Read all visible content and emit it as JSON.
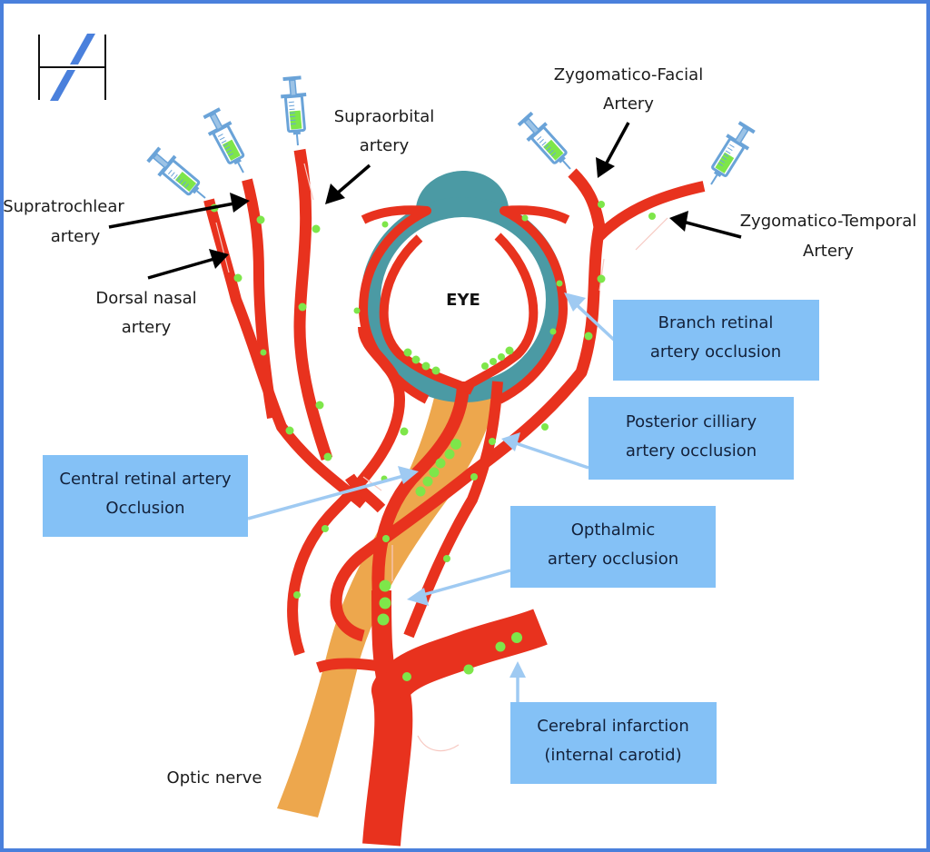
{
  "logo": {
    "icon": "h-slash-logo-icon",
    "colors": {
      "bars": "#111111",
      "slash": "#4a80dc"
    }
  },
  "colors": {
    "border": "#4a80dc",
    "artery": "#e8321e",
    "embolus": "#7ee64a",
    "eye_sclera": "#4b9aa4",
    "optic_nerve": "#eda74d",
    "callout_box": "#84c1f6",
    "callout_arrow": "#9fcaf2",
    "label_arrow": "#000000"
  },
  "center_label": "EYE",
  "artery_labels": {
    "supratrochlear": [
      "Supratrochlear",
      "artery"
    ],
    "dorsal_nasal": [
      "Dorsal nasal",
      "artery"
    ],
    "supraorbital": [
      "Supraorbital",
      "artery"
    ],
    "zygomatico_facial": [
      "Zygomatico-Facial",
      "Artery"
    ],
    "zygomatico_temporal": [
      "Zygomatico-Temporal",
      "Artery"
    ],
    "optic_nerve": "Optic nerve"
  },
  "callouts": [
    {
      "id": "branch-retinal",
      "lines": [
        "Branch retinal",
        "artery occlusion"
      ]
    },
    {
      "id": "posterior-ciliary",
      "lines": [
        "Posterior cilliary",
        "artery occlusion"
      ]
    },
    {
      "id": "central-retinal",
      "lines": [
        "Central retinal artery",
        "Occlusion"
      ]
    },
    {
      "id": "ophthalmic",
      "lines": [
        "Opthalmic",
        "artery occlusion"
      ]
    },
    {
      "id": "cerebral-infarction",
      "lines": [
        "Cerebral infarction",
        "(internal carotid)"
      ]
    }
  ],
  "injection_sites": [
    {
      "id": "syringe-dorsal-nasal",
      "icon": "syringe-icon"
    },
    {
      "id": "syringe-supratrochlear",
      "icon": "syringe-icon"
    },
    {
      "id": "syringe-supraorbital",
      "icon": "syringe-icon"
    },
    {
      "id": "syringe-zygomatico-facial",
      "icon": "syringe-icon"
    },
    {
      "id": "syringe-zygomatico-temporal",
      "icon": "syringe-icon"
    }
  ]
}
